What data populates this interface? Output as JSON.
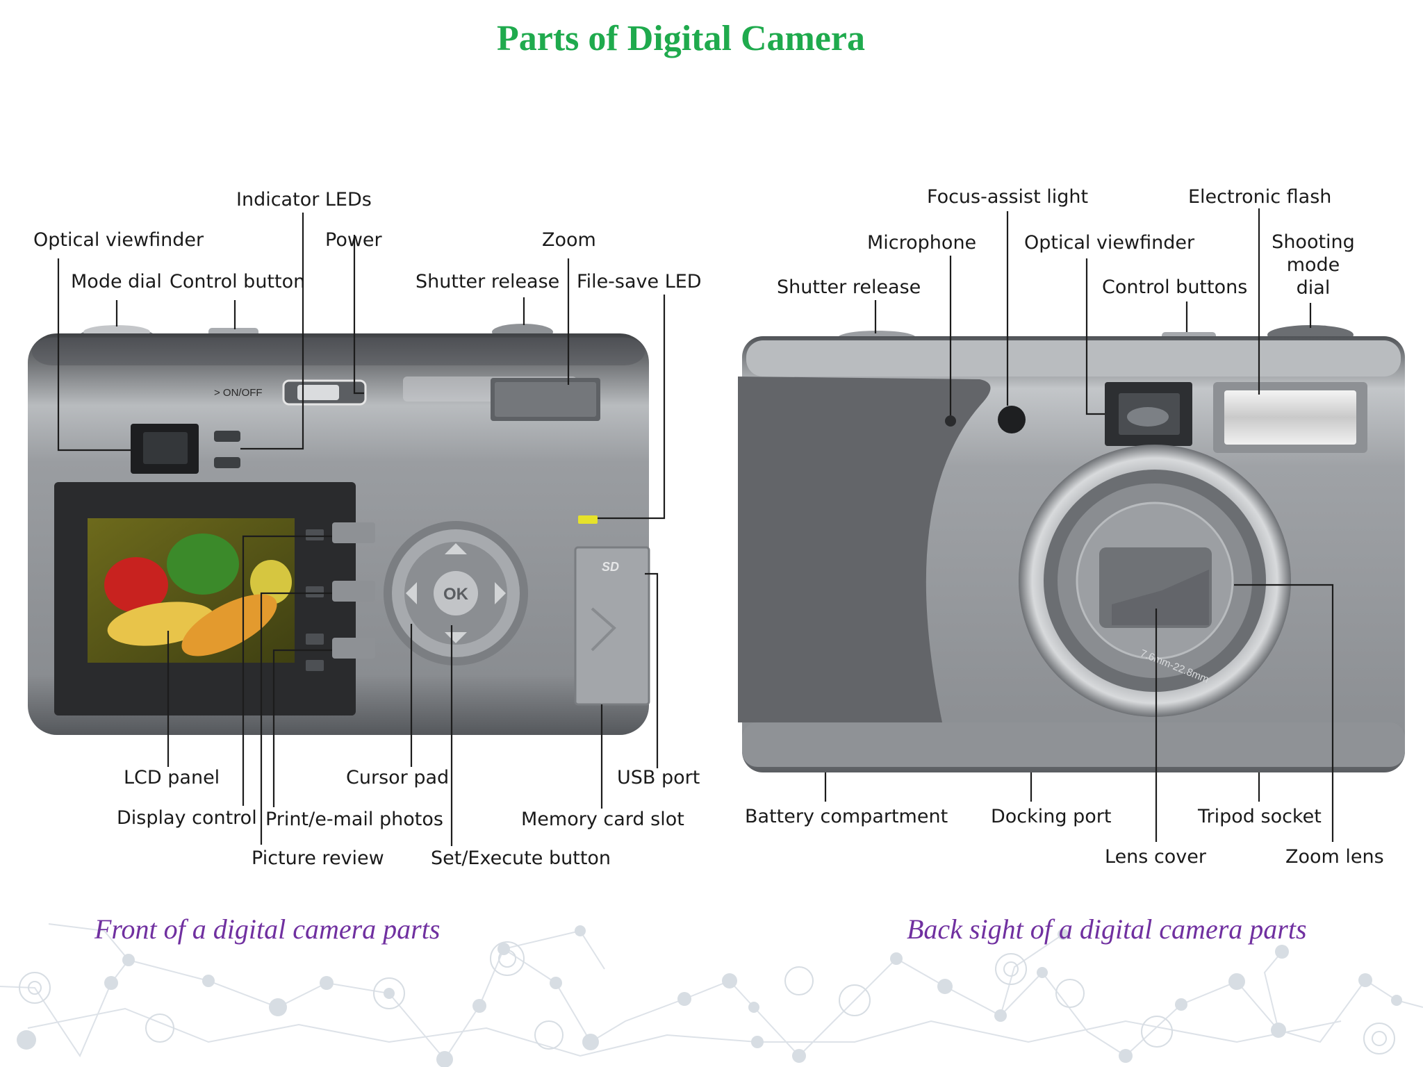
{
  "title": "Parts of Digital Camera",
  "front": {
    "caption": "Front of a digital camera parts",
    "labels": {
      "indicator_leds": "Indicator LEDs",
      "optical_viewfinder": "Optical viewfinder",
      "power": "Power",
      "zoom": "Zoom",
      "mode_dial": "Mode dial",
      "control_button": "Control button",
      "shutter_release": "Shutter release",
      "file_save_led": "File-save LED",
      "lcd_panel": "LCD panel",
      "cursor_pad": "Cursor pad",
      "usb_port": "USB port",
      "display_control": "Display control",
      "print_email_photos": "Print/e-mail photos",
      "memory_card_slot": "Memory card slot",
      "picture_review": "Picture review",
      "set_execute_button": "Set/Execute button"
    },
    "markings": {
      "on_off": "> ON/OFF",
      "ok": "OK",
      "sd": "SD"
    }
  },
  "back": {
    "caption": "Back sight of a digital camera parts",
    "labels": {
      "focus_assist_light": "Focus-assist light",
      "electronic_flash": "Electronic flash",
      "microphone": "Microphone",
      "optical_viewfinder": "Optical viewfinder",
      "shooting_mode_dial": "Shooting\nmode\ndial",
      "shutter_release": "Shutter release",
      "control_buttons": "Control buttons",
      "battery_compartment": "Battery compartment",
      "docking_port": "Docking port",
      "tripod_socket": "Tripod socket",
      "lens_cover": "Lens cover",
      "zoom_lens": "Zoom lens"
    },
    "markings": {
      "lens_spec": "7.6mm-22.8mm"
    }
  },
  "colors": {
    "title": "#1faa4d",
    "caption": "#7030a0",
    "network": "#d5dbe1"
  }
}
